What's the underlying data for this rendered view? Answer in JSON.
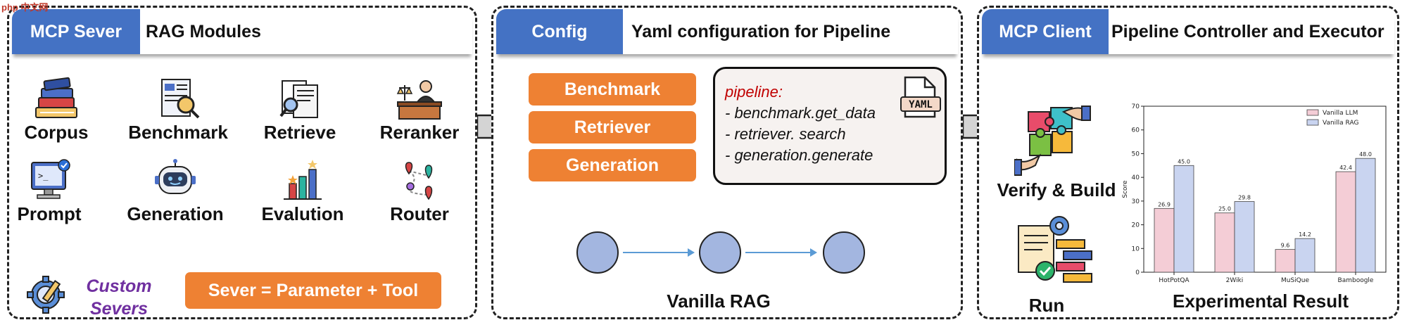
{
  "watermark": "php 中文网",
  "server": {
    "tag": "MCP Sever",
    "title": "RAG Modules",
    "modules": [
      {
        "label": "Corpus",
        "icon": "books-icon"
      },
      {
        "label": "Benchmark",
        "icon": "document-magnifier-icon"
      },
      {
        "label": "Retrieve",
        "icon": "document-search-icon"
      },
      {
        "label": "Reranker",
        "icon": "judge-icon"
      },
      {
        "label": "Prompt",
        "icon": "code-monitor-icon"
      },
      {
        "label": "Generation",
        "icon": "robot-icon"
      },
      {
        "label": "Evalution",
        "icon": "ranking-chart-icon"
      },
      {
        "label": "Router",
        "icon": "route-pins-icon"
      }
    ],
    "custom_line1": "Custom",
    "custom_line2": "Severs",
    "formula": "Sever = Parameter + Tool"
  },
  "config": {
    "tag": "Config",
    "title": "Yaml configuration for Pipeline",
    "steps": [
      "Benchmark",
      "Retriever",
      "Generation"
    ],
    "yaml_badge": "YAML",
    "yaml_key": "pipeline:",
    "yaml_lines": [
      "- benchmark.get_data",
      "- retriever. search",
      "- generation.generate"
    ],
    "pipeline_name": "Vanilla RAG"
  },
  "client": {
    "tag": "MCP Client",
    "title": "Pipeline Controller and Executor",
    "verify_label": "Verify & Build",
    "run_label": "Run",
    "result_label": "Experimental Result"
  },
  "colors": {
    "blue_tag": "#4472c4",
    "orange": "#ee8133",
    "custom_purple": "#7030a0",
    "yaml_red": "#c00000",
    "llm_fill": "#f4cdd6",
    "rag_fill": "#c9d4f0"
  },
  "chart_data": {
    "type": "bar",
    "categories": [
      "HotPotQA",
      "2Wiki",
      "MuSiQue",
      "Bamboogle"
    ],
    "series": [
      {
        "name": "Vanilla LLM",
        "values": [
          26.9,
          25.0,
          9.6,
          42.4
        ]
      },
      {
        "name": "Vanilla RAG",
        "values": [
          45.0,
          29.8,
          14.2,
          48.0
        ]
      }
    ],
    "value_labels": [
      [
        "26.9",
        "25.0",
        "9.6",
        "42.4"
      ],
      [
        "45.0",
        "29.8",
        "14.2",
        "48.0"
      ]
    ],
    "ylabel": "Score",
    "ylim": [
      0,
      70
    ],
    "yticks": [
      "0",
      "10",
      "20",
      "30",
      "40",
      "50",
      "60",
      "70"
    ],
    "legend_position": "top-right",
    "grid": false
  }
}
